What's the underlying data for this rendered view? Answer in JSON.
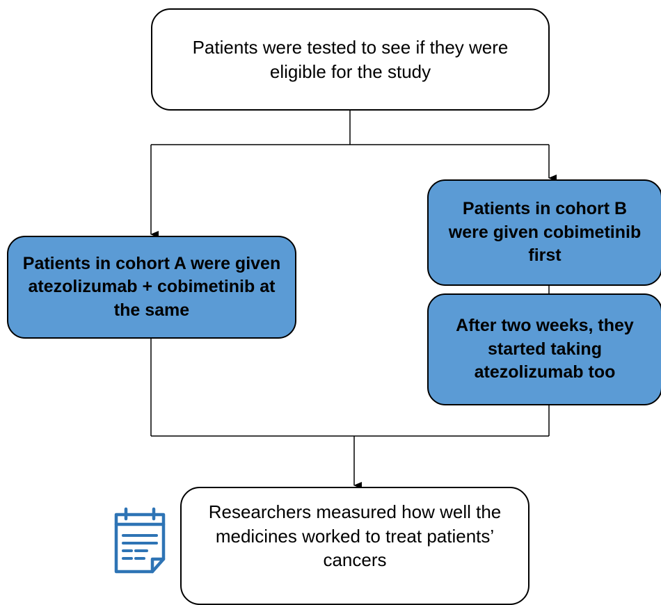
{
  "diagram": {
    "steps": {
      "eligibility": "Patients were tested to see if they were eligible for the study",
      "cohort_a": "Patients in cohort A were given atezolizumab + cobimetinib at the same",
      "cohort_b": "Patients in cohort B were given cobimetinib first",
      "after_two_weeks": "After two weeks, they started taking atezolizumab too",
      "outcome": "Researchers measured how well the medicines worked to treat patients’ cancers"
    },
    "icon": "document-list-icon",
    "colors": {
      "blue_box_fill": "#5b9bd5",
      "icon_color": "#2e74b5",
      "line_color": "#000000"
    }
  }
}
